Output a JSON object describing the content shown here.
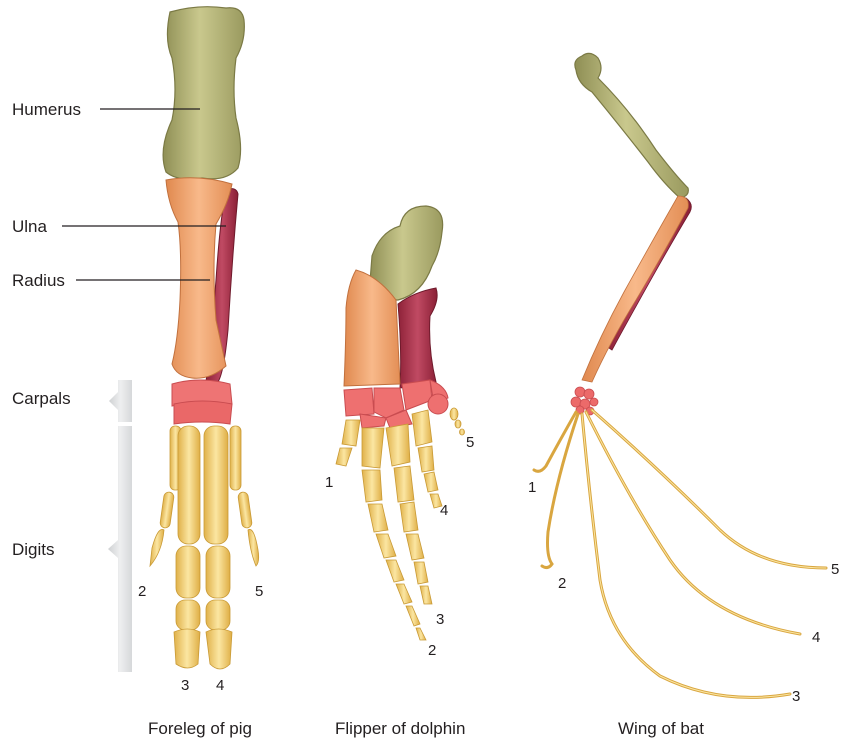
{
  "labels": {
    "humerus": "Humerus",
    "ulna": "Ulna",
    "radius": "Radius",
    "carpals": "Carpals",
    "digits": "Digits"
  },
  "captions": {
    "pig": "Foreleg of pig",
    "dolphin": "Flipper of dolphin",
    "bat": "Wing of bat"
  },
  "pig_digits": [
    "2",
    "3",
    "4",
    "5"
  ],
  "dolphin_digits": [
    "1",
    "2",
    "3",
    "4",
    "5"
  ],
  "bat_digits": [
    "1",
    "2",
    "3",
    "4",
    "5"
  ],
  "colors": {
    "humerus": "#b5b477",
    "ulna": "#b0384f",
    "radius": "#f0a56e",
    "carpals": "#ec6e6e",
    "digits": "#f5d27a",
    "bracket": "#e4e5e6"
  }
}
